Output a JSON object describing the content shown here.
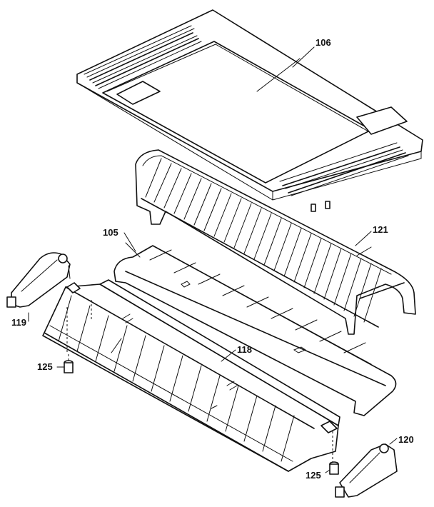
{
  "parts": [
    {
      "id": "p106",
      "number": "106"
    },
    {
      "id": "p121",
      "number": "121"
    },
    {
      "id": "p105",
      "number": "105"
    },
    {
      "id": "p119",
      "number": "119"
    },
    {
      "id": "p118",
      "number": "118"
    },
    {
      "id": "p125a",
      "number": "125"
    },
    {
      "id": "p125b",
      "number": "125"
    },
    {
      "id": "p120",
      "number": "120"
    }
  ]
}
